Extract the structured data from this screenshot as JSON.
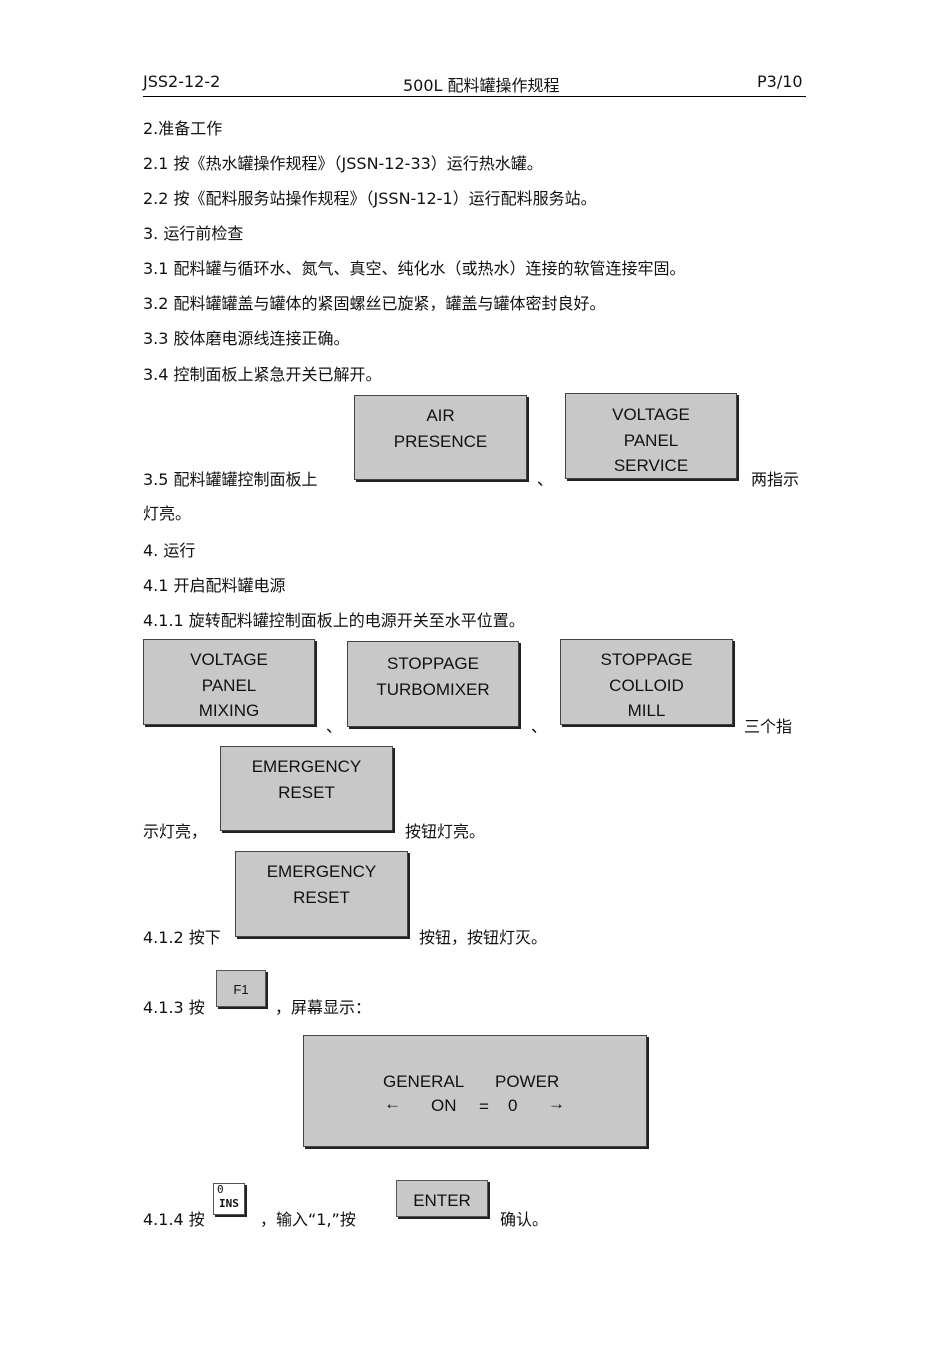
{
  "header": {
    "doc_code": "JSS2-12-2",
    "title": "500L 配料罐操作规程",
    "page": "P3/10"
  },
  "lines": {
    "s2": "2.准备工作",
    "s2_1": "2.1 按《热水罐操作规程》（JSSN-12-33）运行热水罐。",
    "s2_2": "2.2 按《配料服务站操作规程》（JSSN-12-1）运行配料服务站。",
    "s3": "3.  运行前检查",
    "s3_1": "3.1 配料罐与循环水、氮气、真空、纯化水（或热水）连接的软管连接牢固。",
    "s3_2": "3.2 配料罐罐盖与罐体的紧固螺丝已旋紧，罐盖与罐体密封良好。",
    "s3_3": "3.3 胶体磨电源线连接正确。",
    "s3_4": "3.4 控制面板上紧急开关已解开。",
    "s3_5_pre": "3.5 配料罐罐控制面板上",
    "s3_5_sep": "、",
    "s3_5_post": "两指示",
    "s3_5_cont": "灯亮。",
    "s4": "4.  运行",
    "s4_1": "4.1 开启配料罐电源",
    "s4_1_1": "4.1.1 旋转配料罐控制面板上的电源开关至水平位置。",
    "s4_1_1_sep1": "、",
    "s4_1_1_sep2": "、",
    "s4_1_1_post": "三个指",
    "s4_1_1_cont_pre": "示灯亮，",
    "s4_1_1_cont_post": "按钮灯亮。",
    "s4_1_2_pre": "4.1.2 按下",
    "s4_1_2_post": "按钮，按钮灯灭。",
    "s4_1_3_pre": "4.1.3 按",
    "s4_1_3_post": "，屏幕显示：",
    "s4_1_4_pre": "4.1.4 按",
    "s4_1_4_mid": "，输入“1,”按",
    "s4_1_4_post": "确认。"
  },
  "indicators": {
    "air_presence": [
      "AIR",
      "PRESENCE"
    ],
    "voltage_panel_service": [
      "VOLTAGE",
      "PANEL",
      "SERVICE"
    ],
    "voltage_panel_mixing": [
      "VOLTAGE",
      "PANEL",
      "MIXING"
    ],
    "stoppage_turbomixer": [
      "STOPPAGE",
      "TURBOMIXER"
    ],
    "stoppage_colloid_mill": [
      "STOPPAGE",
      "COLLOID",
      "MILL"
    ],
    "emergency_reset_1": [
      "EMERGENCY",
      "RESET"
    ],
    "emergency_reset_2": [
      "EMERGENCY",
      "RESET"
    ]
  },
  "keys": {
    "f1": "F1",
    "ins_top": "0",
    "ins_bottom": "INS",
    "enter": "ENTER"
  },
  "screen": {
    "label1": "GENERAL",
    "label2": "POWER",
    "arrow_left": "←",
    "on": "ON",
    "eq": "=",
    "value": "0",
    "arrow_right": "→"
  }
}
